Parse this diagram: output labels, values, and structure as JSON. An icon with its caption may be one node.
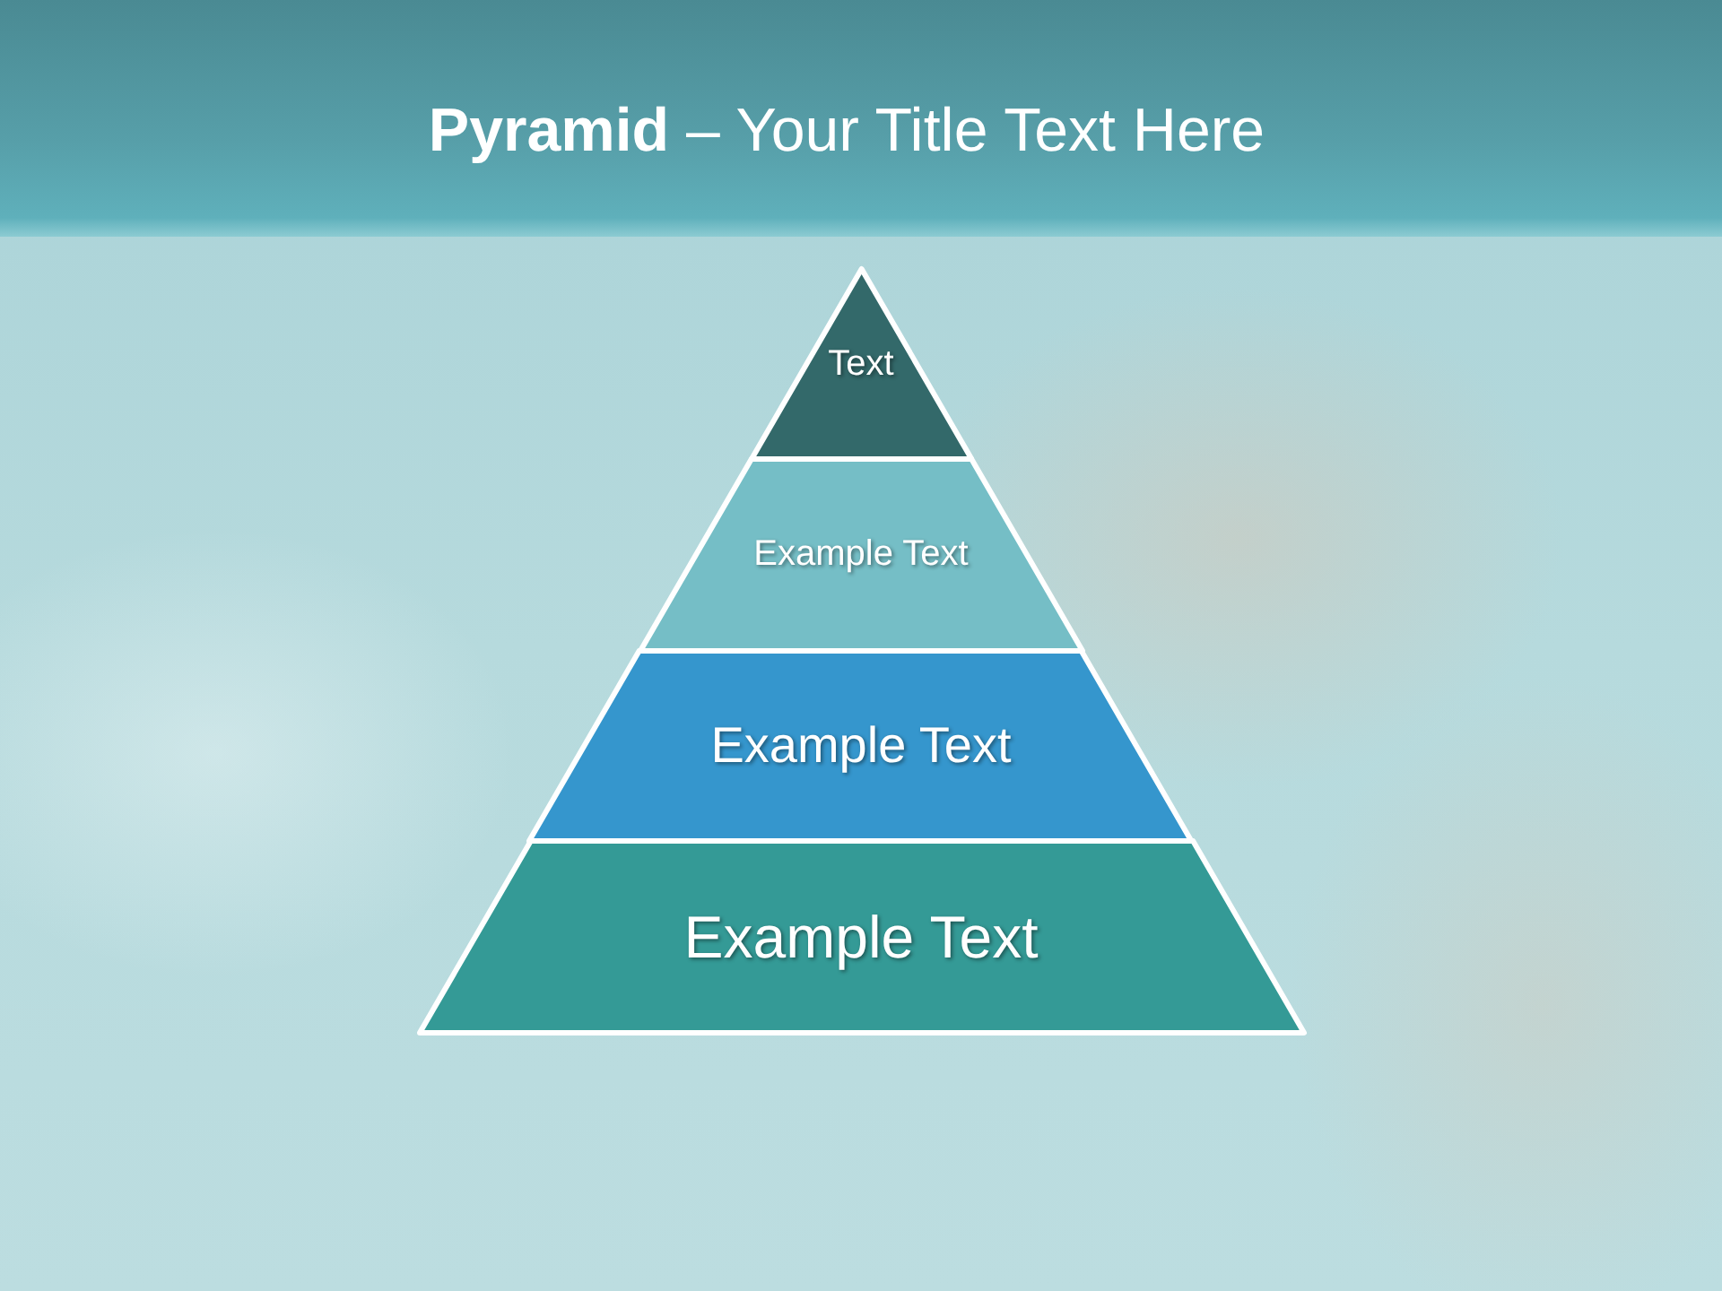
{
  "diagram": {
    "title": "**Pyramid** – Your Title Text Here",
    "nodes": [
      {
        "text": [
          "Text"
        ]
      },
      {
        "text": [
          "Example Text"
        ]
      },
      {
        "text": [
          "Example Text"
        ]
      },
      {
        "text": [
          "Example Text"
        ]
      }
    ]
  }
}
